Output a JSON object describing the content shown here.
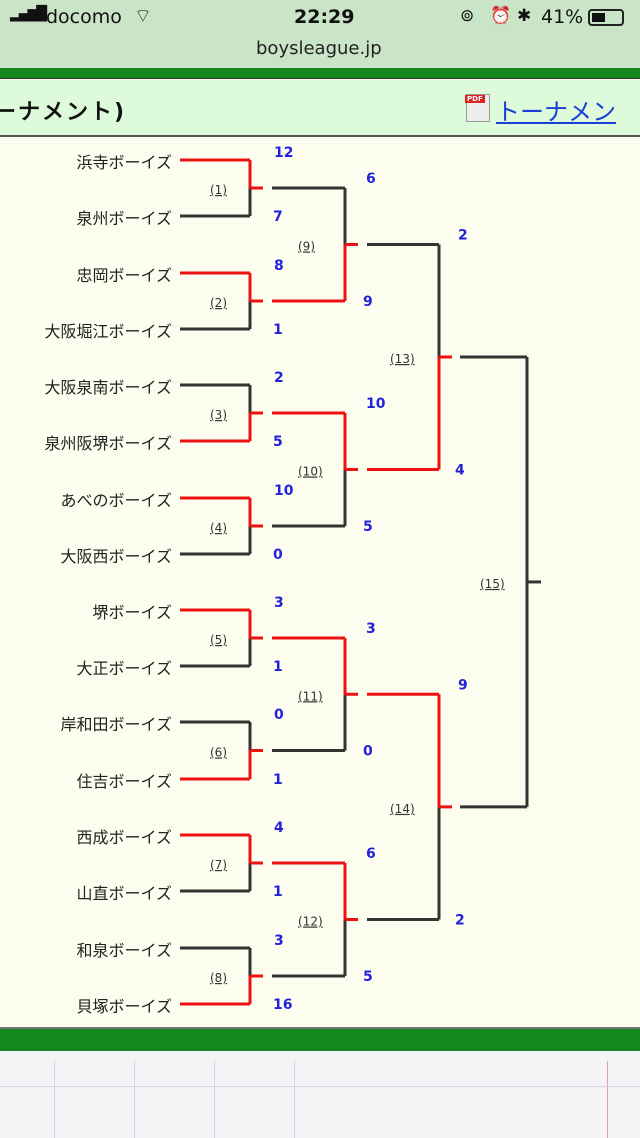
{
  "status": {
    "carrier": "docomo",
    "time": "22:29",
    "battery": "41%",
    "url": "boysleague.jp"
  },
  "header": {
    "title": "ーナメント)",
    "pdf_link": "トーナメン",
    "pdf_icon": "pdf-icon"
  },
  "colors": {
    "win": "#ee1111",
    "lose": "#333333",
    "score": "#2222dd"
  },
  "teams": [
    "浜寺ボーイズ",
    "泉州ボーイズ",
    "忠岡ボーイズ",
    "大阪堀江ボーイズ",
    "大阪泉南ボーイズ",
    "泉州阪堺ボーイズ",
    "あべのボーイズ",
    "大阪西ボーイズ",
    "堺ボーイズ",
    "大正ボーイズ",
    "岸和田ボーイズ",
    "住吉ボーイズ",
    "西成ボーイズ",
    "山直ボーイズ",
    "和泉ボーイズ",
    "貝塚ボーイズ"
  ],
  "matches": [
    {
      "label": "(1)",
      "top": "12",
      "bottom": "7",
      "winner": "top"
    },
    {
      "label": "(2)",
      "top": "8",
      "bottom": "1",
      "winner": "top"
    },
    {
      "label": "(3)",
      "top": "2",
      "bottom": "5",
      "winner": "bottom"
    },
    {
      "label": "(4)",
      "top": "10",
      "bottom": "0",
      "winner": "top"
    },
    {
      "label": "(5)",
      "top": "3",
      "bottom": "1",
      "winner": "top"
    },
    {
      "label": "(6)",
      "top": "0",
      "bottom": "1",
      "winner": "bottom"
    },
    {
      "label": "(7)",
      "top": "4",
      "bottom": "1",
      "winner": "top"
    },
    {
      "label": "(8)",
      "top": "3",
      "bottom": "16",
      "winner": "bottom"
    },
    {
      "label": "(9)",
      "top": "6",
      "bottom": "9",
      "winner": "bottom"
    },
    {
      "label": "(10)",
      "top": "10",
      "bottom": "5",
      "winner": "top"
    },
    {
      "label": "(11)",
      "top": "3",
      "bottom": "0",
      "winner": "top"
    },
    {
      "label": "(12)",
      "top": "6",
      "bottom": "5",
      "winner": "top"
    },
    {
      "label": "(13)",
      "top": "2",
      "bottom": "4",
      "winner": "bottom"
    },
    {
      "label": "(14)",
      "top": "9",
      "bottom": "2",
      "winner": "top"
    },
    {
      "label": "(15)",
      "top": null,
      "bottom": null,
      "winner": null
    }
  ]
}
